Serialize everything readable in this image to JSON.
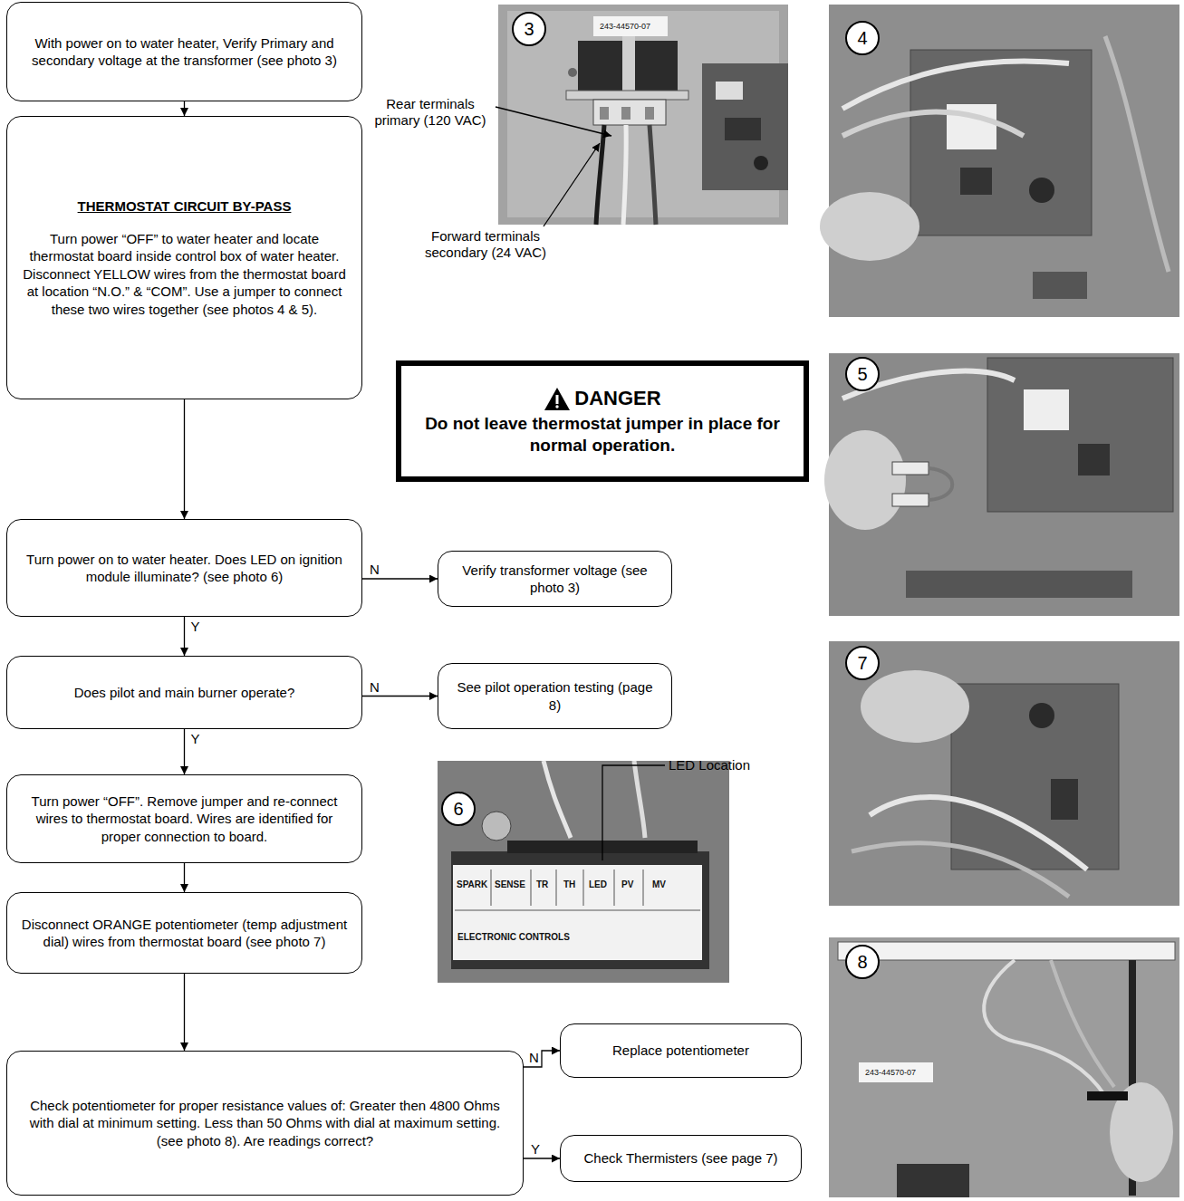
{
  "diagram": {
    "nodes": [
      {
        "text": [
          "With power on to water heater, Verify Primary and secondary voltage at the transformer (see photo 3)"
        ]
      },
      {
        "text": [
          "THERMOSTAT CIRCUIT BY-PASS",
          "Turn power “OFF” to water heater and locate thermostat board inside control box of water heater. Disconnect YELLOW wires from the thermostat board at location “N.O.” & “COM”. Use a jumper to connect these two wires together (see photos 4 & 5)."
        ]
      },
      {
        "text": [
          "Turn power on to water heater. Does LED on ignition module illuminate? (see photo 6)"
        ]
      },
      {
        "text": [
          "Verify transformer voltage (see photo 3)"
        ]
      },
      {
        "text": [
          "Does pilot and main burner operate?"
        ]
      },
      {
        "text": [
          "See pilot operation testing (page 8)"
        ]
      },
      {
        "text": [
          "Turn power “OFF”. Remove jumper and re-connect wires to thermostat board. Wires are identified for proper connection to board."
        ]
      },
      {
        "text": [
          "Disconnect ORANGE potentiometer (temp adjustment dial) wires from thermostat board (see photo 7)"
        ]
      },
      {
        "text": [
          "Check potentiometer for proper resistance values of: Greater then 4800 Ohms with dial at minimum setting. Less than 50 Ohms with dial at maximum setting. (see photo 8). Are readings correct?"
        ]
      },
      {
        "text": [
          "Replace potentiometer"
        ]
      },
      {
        "text": [
          "Check Thermisters (see page 7)"
        ]
      },
      {
        "text": [
          "DANGER",
          "Do not leave thermostat jumper in place for normal operation."
        ]
      }
    ],
    "edges": [
      {
        "from": 0,
        "to": 1,
        "arrow": "to"
      },
      {
        "from": 1,
        "to": 2,
        "arrow": "to"
      },
      {
        "from": 2,
        "to": 3,
        "label": "N",
        "arrow": "to"
      },
      {
        "from": 2,
        "to": 4,
        "label": "Y",
        "arrow": "to"
      },
      {
        "from": 4,
        "to": 5,
        "label": "N",
        "arrow": "to"
      },
      {
        "from": 4,
        "to": 6,
        "label": "Y",
        "arrow": "to"
      },
      {
        "from": 6,
        "to": 7,
        "arrow": "to"
      },
      {
        "from": 7,
        "to": 8,
        "arrow": "to"
      },
      {
        "from": 8,
        "to": 9,
        "label": "N",
        "arrow": "to"
      },
      {
        "from": 8,
        "to": 10,
        "label": "Y",
        "arrow": "to"
      }
    ],
    "labels": [
      "3",
      "243-44570-07",
      "Rear terminals primary (120 VAC)",
      "Forward terminals secondary (24 VAC)",
      "4",
      "5",
      "7",
      "LED Location",
      "6",
      "SPARK",
      "SENSE",
      "TR",
      "TH",
      "LED",
      "PV",
      "MV",
      "ELECTRONIC CONTROLS",
      "8",
      "243-44570-07"
    ]
  }
}
